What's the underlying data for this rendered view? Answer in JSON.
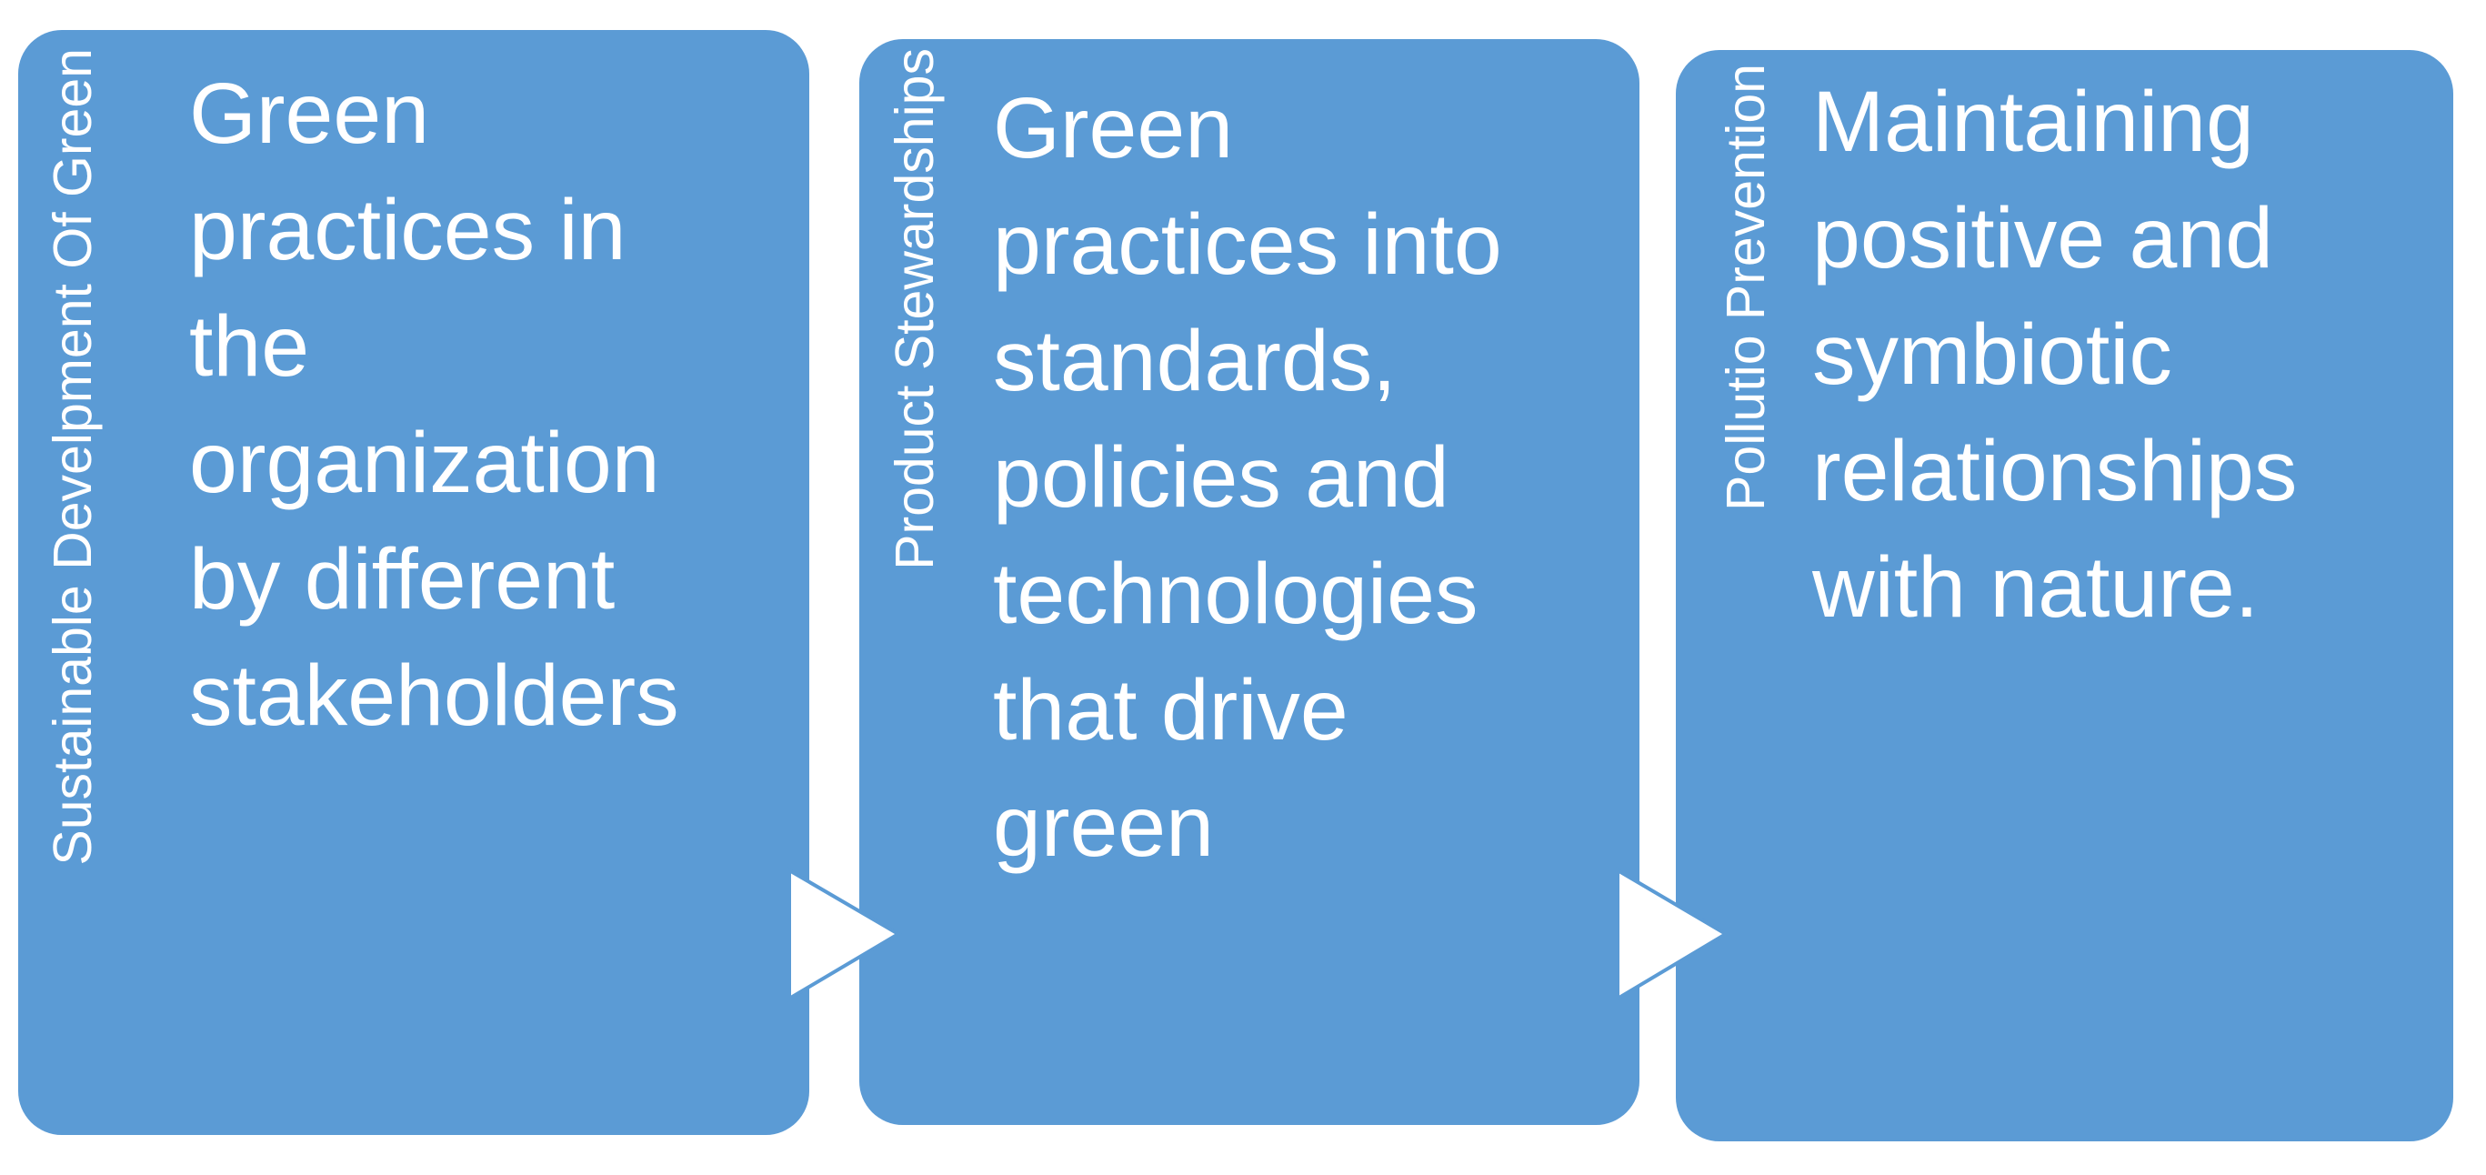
{
  "diagram": {
    "type": "horizontal-process-flow",
    "background_color": "#ffffff",
    "box_color": "#5b9bd5",
    "text_color": "#ffffff",
    "arrow_fill_color": "#ffffff",
    "arrow_outline_color": "#5b9bd5",
    "boxes": [
      {
        "vertical_label": "Sustainable Develpment Of Green",
        "body": "Green\npractices in\nthe\norganization\nby different\nstakeholders"
      },
      {
        "vertical_label": "Product Stewardships",
        "body": "Green\npractices into\nstandards,\npolicies and\ntechnologies\nthat drive\ngreen"
      },
      {
        "vertical_label": "Pollutio Prevention",
        "body": "Maintaining\npositive and\nsymbiotic\nrelationships\nwith nature."
      }
    ]
  }
}
